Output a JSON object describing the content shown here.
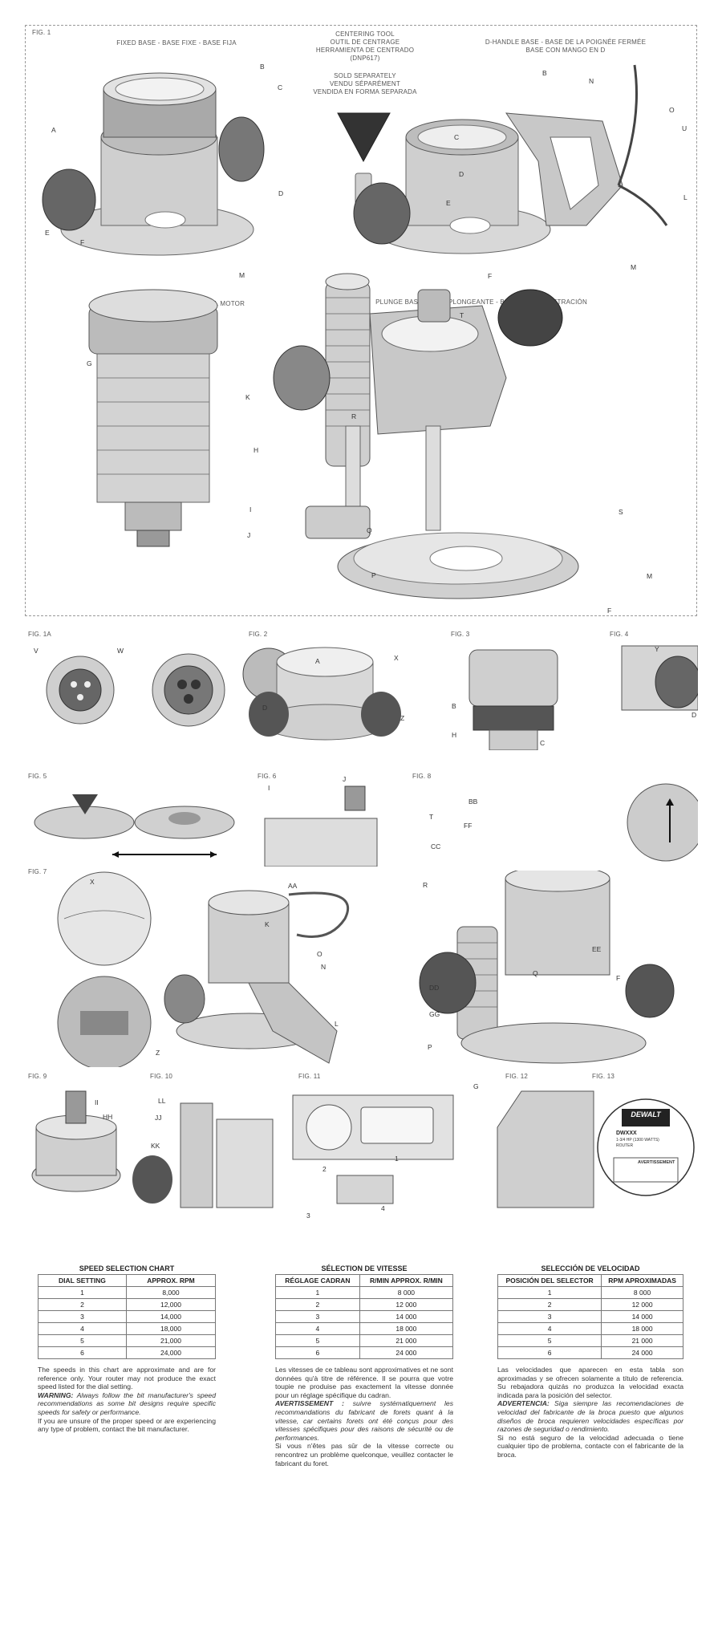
{
  "fig1": {
    "label": "FIG. 1",
    "fixed_base": "FIXED BASE - BASE FIXE - BASE FIJA",
    "centering_tool": [
      "CENTERING TOOL",
      "OUTIL DE CENTRAGE",
      "HERRAMIENTA DE CENTRADO",
      "(DNP617)"
    ],
    "sold_separately": [
      "SOLD SEPARATELY",
      "VENDU SÉPARÉMENT",
      "VENDIDA EN FORMA SEPARADA"
    ],
    "d_handle_base": [
      "D-HANDLE BASE - BASE DE LA POIGNÉE FERMÉE",
      "BASE CON MANGO EN D"
    ],
    "motor": "MOTOR - BLOC MOTEUR - UNIDAD DEL MOTOR",
    "plunge_base": "PLUNGE BASE - BASE PLONGEANTE - BASE PARA PENETRACIÓN"
  },
  "callouts": {
    "fixed": [
      "A",
      "B",
      "C",
      "D",
      "E",
      "F",
      "M"
    ],
    "dhandle": [
      "B",
      "N",
      "O",
      "U",
      "C",
      "D",
      "L",
      "E",
      "M",
      "F"
    ],
    "motor": [
      "G",
      "K",
      "H",
      "I",
      "J"
    ],
    "plunge": [
      "T",
      "R",
      "Q",
      "S",
      "P",
      "M",
      "F"
    ],
    "fig1a": [
      "V",
      "W"
    ],
    "fig2": [
      "A",
      "X",
      "D",
      "Z"
    ],
    "fig3": [
      "B",
      "H",
      "C"
    ],
    "fig4": [
      "Y",
      "D"
    ],
    "fig6": [
      "I",
      "J"
    ],
    "fig7": [
      "X",
      "AA",
      "K",
      "O",
      "N",
      "L",
      "Z"
    ],
    "fig8": [
      "BB",
      "T",
      "FF",
      "CC",
      "R",
      "EE",
      "Q",
      "F",
      "DD",
      "GG",
      "P"
    ],
    "fig9": [
      "II",
      "HH"
    ],
    "fig10": [
      "LL",
      "JJ",
      "KK"
    ],
    "fig11": [
      "1",
      "2",
      "3",
      "4"
    ],
    "fig12": [
      "G"
    ]
  },
  "small_figs": {
    "f1a": "FIG. 1A",
    "f2": "FIG. 2",
    "f3": "FIG. 3",
    "f4": "FIG. 4",
    "f5": "FIG. 5",
    "f6": "FIG. 6",
    "f7": "FIG. 7",
    "f8": "FIG. 8",
    "f9": "FIG. 9",
    "f10": "FIG. 10",
    "f11": "FIG. 11",
    "f12": "FIG. 12",
    "f13": "FIG. 13"
  },
  "label13": {
    "brand": "DEWALT",
    "model": "DWXXX",
    "line1": "1-3/4 HP (1300 WATTS)",
    "line2": "ROUTER",
    "warning": "AVERTISSEMENT"
  },
  "tables": [
    {
      "title": "SPEED SELECTION CHART",
      "headers": [
        "DIAL SETTING",
        "APPROX. RPM"
      ],
      "rows": [
        [
          "1",
          "8,000"
        ],
        [
          "2",
          "12,000"
        ],
        [
          "3",
          "14,000"
        ],
        [
          "4",
          "18,000"
        ],
        [
          "5",
          "21,000"
        ],
        [
          "6",
          "24,000"
        ]
      ]
    },
    {
      "title": "SÉLECTION DE VITESSE",
      "headers": [
        "RÉGLAGE CADRAN",
        "R/MIN APPROX.  R/MIN"
      ],
      "rows": [
        [
          "1",
          "8 000"
        ],
        [
          "2",
          "12 000"
        ],
        [
          "3",
          "14 000"
        ],
        [
          "4",
          "18 000"
        ],
        [
          "5",
          "21 000"
        ],
        [
          "6",
          "24 000"
        ]
      ]
    },
    {
      "title": "SELECCIÓN DE VELOCIDAD",
      "headers": [
        "POSICIÓN DEL SELECTOR",
        "RPM APROXIMADAS"
      ],
      "rows": [
        [
          "1",
          "8 000"
        ],
        [
          "2",
          "12 000"
        ],
        [
          "3",
          "14 000"
        ],
        [
          "4",
          "18 000"
        ],
        [
          "5",
          "21 000"
        ],
        [
          "6",
          "24 000"
        ]
      ]
    }
  ],
  "notes": {
    "en": {
      "p1": "The speeds in this chart are approximate and are for reference only. Your router may not produce the exact speed listed for the dial setting.",
      "warn_label": "WARNING:",
      "warn_text": " Always follow the bit manufacturer's speed recommendations as some bit designs require specific speeds for safety or performance.",
      "p2": "If you are unsure of the proper speed or are experiencing any type of problem, contact the bit manufacturer."
    },
    "fr": {
      "p1": "Les vitesses de ce tableau sont approximatives et ne sont données qu'à titre de référence. Il se pourra que votre toupie ne produise pas exactement la vitesse donnée pour un réglage spécifique du cadran.",
      "warn_label": "AVERTISSEMENT :",
      "warn_text": " suivre systématiquement les recommandations du fabricant de forets quant à la vitesse, car certains forets ont été conçus pour des vitesses spécifiques pour des raisons de sécurité ou de performances.",
      "p2": "Si vous n'êtes pas sûr de la vitesse correcte ou rencontrez un problème quelconque, veuillez contacter le fabricant du foret."
    },
    "es": {
      "p1": "Las velocidades que aparecen en esta tabla son aproximadas y se ofrecen solamente a título de referencia. Su rebajadora quizás no produzca la velocidad exacta indicada para la posición del selector.",
      "warn_label": "ADVERTENCIA:",
      "warn_text": " Siga siempre las recomendaciones de velocidad del fabricante de la broca puesto que algunos diseños de broca requieren velocidades específicas por razones de seguridad o rendimiento.",
      "p2": "Si no está seguro de la velocidad adecuada o tiene cualquier tipo de problema, contacte con el fabricante de la broca."
    }
  }
}
